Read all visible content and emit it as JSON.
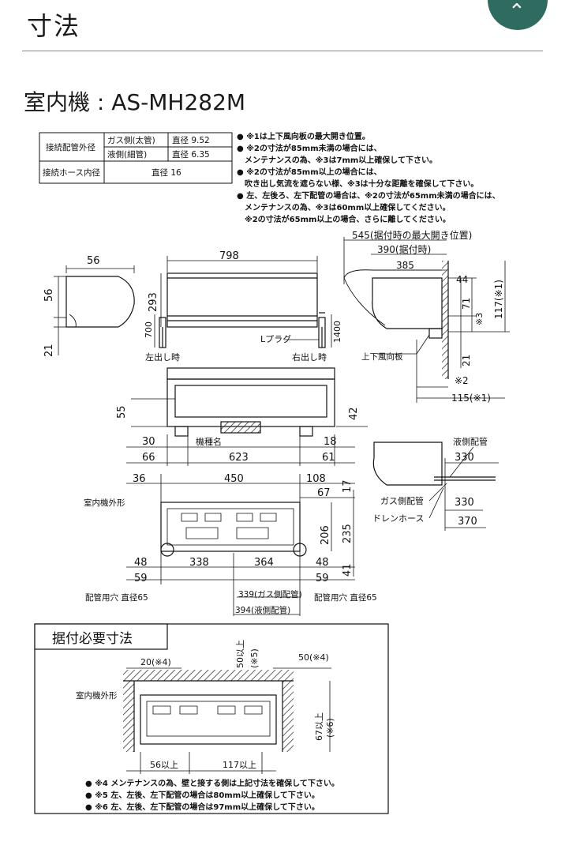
{
  "header": {
    "page_title": "寸法",
    "scroll_top_arrow": "⌃"
  },
  "model_title": "室内機 : AS-MH282M",
  "spec_table": {
    "row1_label": "接続配管外径",
    "gas_label": "ガス側(太管)",
    "gas_value": "直径 9.52",
    "liquid_label": "液側(細管)",
    "liquid_value": "直径 6.35",
    "row2_label": "接続ホース内径",
    "hose_value": "直径 16"
  },
  "notes_top": [
    "● ※1は上下風向板の最大開き位置。",
    "● ※2の寸法が85mm未満の場合には、",
    "　メンテナンスの為、※3は7mm以上確保して下さい。",
    "● ※2の寸法が85mm以上の場合には、",
    "　吹き出し気流を遮らない様、※3は十分な距離を確保して下さい。",
    "● 左、左後ろ、左下配管の場合は、※2の寸法が65mm未満の場合には、",
    "　メンテナンスの為、※3は60mm以上確保してください。",
    "　※2の寸法が65mm以上の場合、さらに離してください。"
  ],
  "side_view_left": {
    "d56_top": "56",
    "d56_left": "56",
    "d21": "21"
  },
  "front_view": {
    "width": "798",
    "height": "293",
    "d700": "700",
    "d1400": "1400",
    "l_plug": "Lプラグ",
    "left_out": "左出し時",
    "right_out": "右出し時"
  },
  "side_view_right": {
    "d545": "545(据付時の最大開き位置)",
    "d390": "390(据付時)",
    "d385": "385",
    "d44": "44",
    "d71": "71",
    "d117": "117(※1)",
    "s3": "※3",
    "d21": "21",
    "louver": "上下風向板",
    "s2": "※2",
    "d115": "115(※1)"
  },
  "bottom_view": {
    "d55": "55",
    "d42": "42",
    "d30": "30",
    "nameplate": "機種名",
    "d18": "18",
    "d66": "66",
    "d623": "623",
    "d61": "61"
  },
  "pipe_view": {
    "liquid": "液側配管",
    "d330a": "330",
    "gas": "ガス側配管",
    "d330b": "330",
    "drain": "ドレンホース",
    "d370": "370"
  },
  "back_view": {
    "d36": "36",
    "d450": "450",
    "d108": "108",
    "d67": "67",
    "d17": "17",
    "outline": "室内機外形",
    "d206": "206",
    "d235": "235",
    "d48a": "48",
    "d338": "338",
    "d364": "364",
    "d48b": "48",
    "d41": "41",
    "d59a": "59",
    "d59b": "59",
    "hole_left": "配管用穴 直径65",
    "d339": "339(ガス側配管)",
    "hole_right": "配管用穴 直径65",
    "d394": "394(液側配管)"
  },
  "install_section": {
    "heading": "据付必要寸法",
    "d20": "20(※4)",
    "d50top_a": "50以上",
    "d50top_b": "(※5)",
    "d50right": "50(※4)",
    "outline": "室内機外形",
    "d67_a": "67以上",
    "d67_b": "(※6)",
    "d56": "56以上",
    "d117": "117以上",
    "notes": [
      "● ※4 メンテナンスの為、壁と接する側は上記寸法を確保して下さい。",
      "● ※5 左、左後、左下配管の場合は80mm以上確保して下さい。",
      "● ※6 左、左後、左下配管の場合は97mm以上確保して下さい。"
    ]
  },
  "colors": {
    "accent": "#2f6b5f"
  }
}
